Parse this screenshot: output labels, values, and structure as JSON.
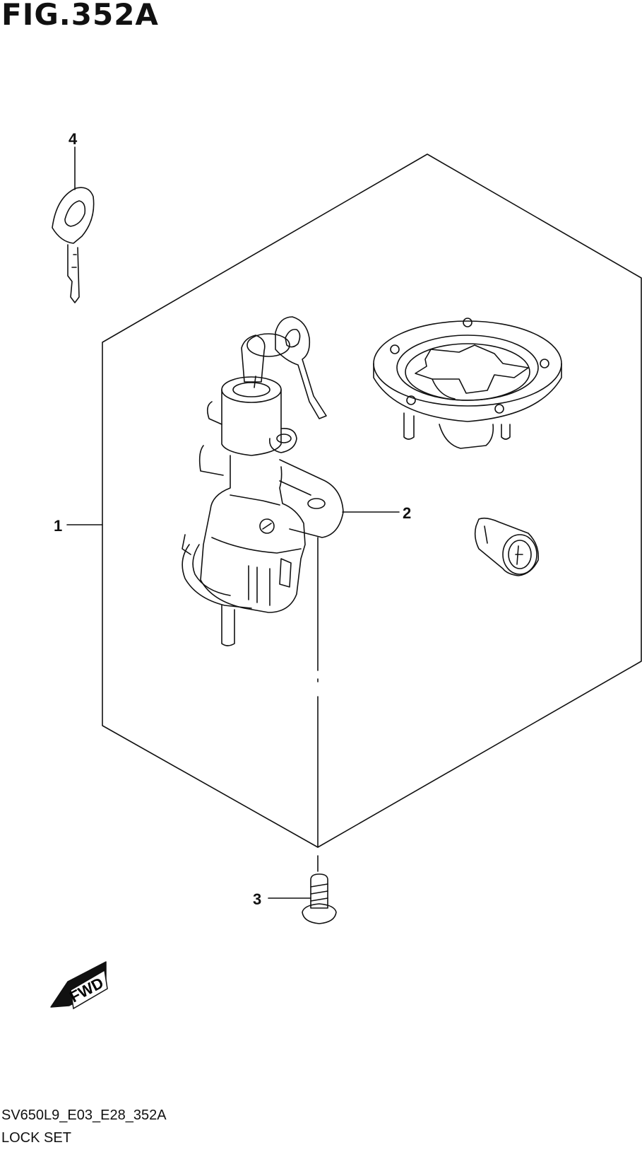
{
  "figure": {
    "title": "FIG.352A",
    "code": "SV650L9_E03_E28_352A",
    "name": "LOCK SET"
  },
  "callouts": {
    "c1": "1",
    "c2": "2",
    "c3": "3",
    "c4": "4"
  },
  "fwd_label": "FWD"
}
